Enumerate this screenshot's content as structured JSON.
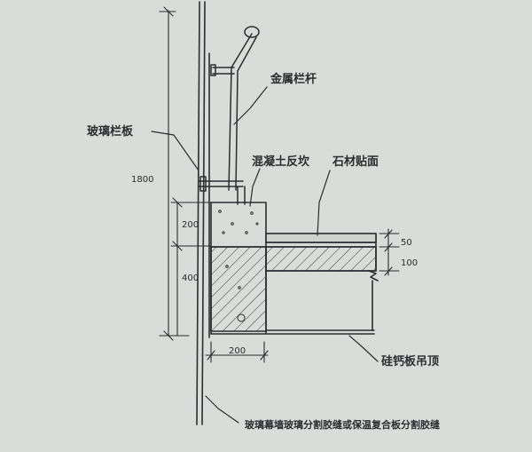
{
  "labels": {
    "metal_railing": "金属栏杆",
    "glass_railing_panel": "玻璃栏板",
    "concrete_upturn": "混凝土反坎",
    "stone_facing": "石材贴面",
    "calcium_silicate_ceiling": "硅钙板吊顶",
    "joint_note": "玻璃幕墙玻璃分割胶缝或保温复合板分割胶缝"
  },
  "dimensions": {
    "total_height": "1800",
    "upper_segment": "200",
    "lower_segment": "400",
    "upturn_width": "200",
    "finish_thickness": "50",
    "slab_thickness": "100"
  },
  "colors": {
    "paper": "#d9dcd8",
    "ink": "#2b2d30"
  }
}
